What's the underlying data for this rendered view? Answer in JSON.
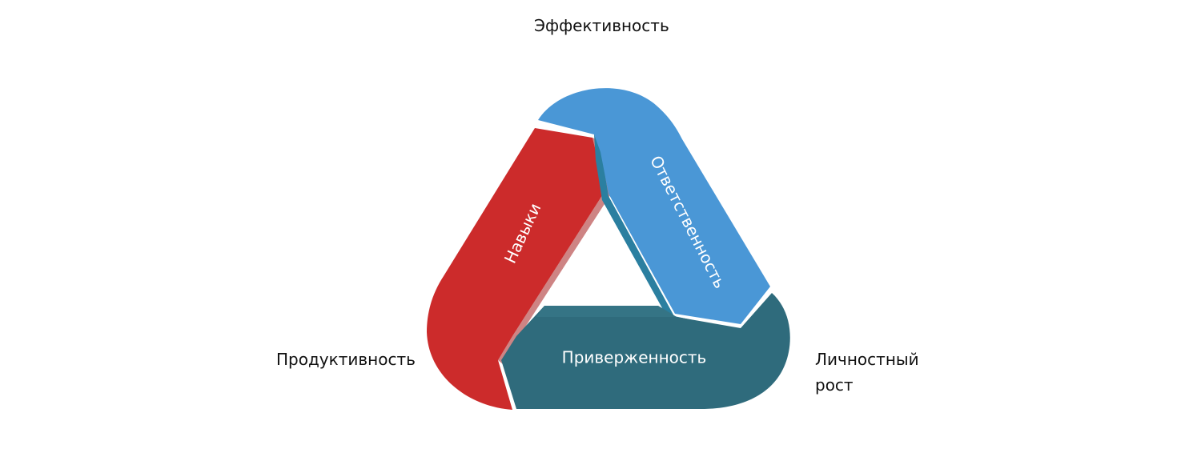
{
  "diagram": {
    "outer_labels": {
      "top": "Эффективность",
      "left": "Продуктивность",
      "right_line1": "Личностный",
      "right_line2": "рост"
    },
    "segments": {
      "left": {
        "label": "Навыки",
        "color": "#cc2b2b",
        "shade": "#a61f1f"
      },
      "right": {
        "label": "Ответственность",
        "color": "#4a97d6",
        "shade": "#2b7fa0"
      },
      "bottom": {
        "label": "Приверженность",
        "color": "#2f6b7c",
        "shade": "#24596a"
      }
    }
  }
}
